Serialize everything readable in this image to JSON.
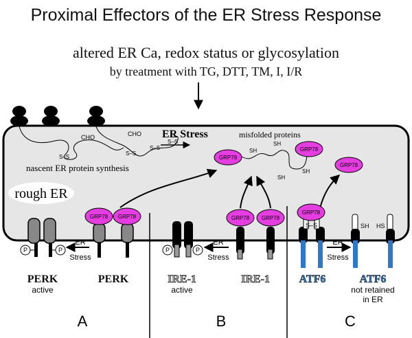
{
  "title": "Proximal Effectors of the ER Stress Response",
  "treatment": {
    "line1": "altered ER Ca, redox status or glycosylation",
    "line2": "by treatment with TG, DTT, TM, I, I/R"
  },
  "er": {
    "er_stress": "ER Stress",
    "misfolded": "misfolded proteins",
    "nascent": "nascent ER protein synthesis",
    "rough_er": "rough ER",
    "cho": "CHO",
    "ss": "S–S",
    "sh": "SH",
    "hs": "HS",
    "grp78": "GRP78",
    "phospho": "P"
  },
  "panels": [
    {
      "letter": "A",
      "stress_line1": "ER",
      "stress_line2": "Stress",
      "left_label": "PERK",
      "left_sub": "active",
      "right_label": "PERK"
    },
    {
      "letter": "B",
      "stress_line1": "ER",
      "stress_line2": "Stress",
      "left_label": "IRE-1",
      "left_sub": "active",
      "right_label": "IRE-1"
    },
    {
      "letter": "C",
      "stress_line1": "ER",
      "stress_line2": "Stress",
      "left_label": "ATF6",
      "right_label": "ATF6",
      "right_sub1": "not retained",
      "right_sub2": "in ER"
    }
  ],
  "colors": {
    "grp78": "#e53ee0",
    "er_fill": "#e6e6e6",
    "atf6_blue": "#2f78c8",
    "ire1_gray": "#9a9a9a"
  }
}
